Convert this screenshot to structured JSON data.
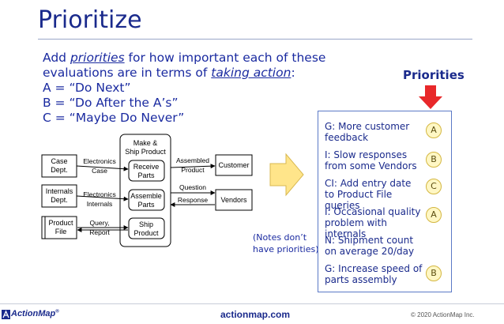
{
  "slide": {
    "title": "Prioritize",
    "intro": {
      "line1_pre": "Add ",
      "line1_em": "priorities",
      "line1_post": " for how important each of these",
      "line2_pre": "evaluations are in terms of ",
      "line2_em": "taking action",
      "line2_post": ":",
      "line3": "A = “Do Next”",
      "line4": "B = “Do After the A’s”",
      "line5": "C = “Maybe Do Never”"
    },
    "priorities_heading": "Priorities",
    "notes_line1": "(Notes don’t",
    "notes_line2": "have priorities)"
  },
  "diagram": {
    "case_dept": [
      "Case",
      "Dept."
    ],
    "internals_dept": [
      "Internals",
      "Dept."
    ],
    "product_file": [
      "Product",
      "File"
    ],
    "make_ship": [
      "Make &",
      "Ship Product"
    ],
    "receive_parts": [
      "Receive",
      "Parts"
    ],
    "assemble_parts": [
      "Assemble",
      "Parts"
    ],
    "ship_product": [
      "Ship",
      "Product"
    ],
    "customer": "Customer",
    "vendors": "Vendors",
    "flow_electronics_case": [
      "Electronics",
      "Case"
    ],
    "flow_electronics_internals": [
      "Electronics",
      "Internals"
    ],
    "flow_query_report": [
      "Query,",
      "Report"
    ],
    "flow_assembled_product": [
      "Assembled",
      "Product"
    ],
    "flow_question": "Question",
    "flow_response": "Response"
  },
  "priorities": [
    {
      "text": "G: More customer feedback",
      "badge": "A"
    },
    {
      "text": "I: Slow responses from some Vendors",
      "badge": "B"
    },
    {
      "text": "CI: Add entry date to Product File queries",
      "badge": "C"
    },
    {
      "text": "I: Occasional quality problem with internals",
      "badge": "A"
    },
    {
      "text": "N: Shipment count on average 20/day",
      "badge": ""
    },
    {
      "text": "G: Increase speed of parts assembly",
      "badge": "B"
    }
  ],
  "footer": {
    "logo": "ActionMap",
    "registered": "®",
    "site": "actionmap.com",
    "copyright": "© 2020 ActionMap Inc."
  },
  "colors": {
    "title_blue": "#1a2a8c",
    "arrow_fill": "#ffe58a",
    "down_arrow": "#e8282a",
    "badge_fill": "#fff7c4"
  }
}
